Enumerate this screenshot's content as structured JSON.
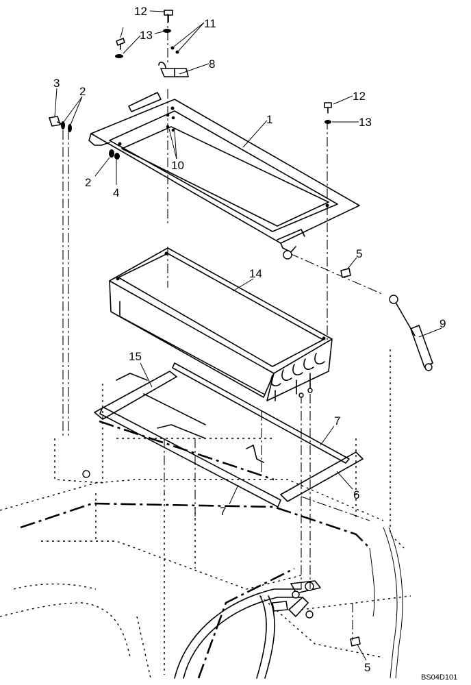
{
  "diagram": {
    "figure_code": "BS04D101",
    "callouts": [
      {
        "id": "c12a",
        "label": "12"
      },
      {
        "id": "c13a",
        "label": "13"
      },
      {
        "id": "c11",
        "label": "11"
      },
      {
        "id": "c8",
        "label": "8"
      },
      {
        "id": "c3",
        "label": "3"
      },
      {
        "id": "c2a",
        "label": "2"
      },
      {
        "id": "c1",
        "label": "1"
      },
      {
        "id": "c12b",
        "label": "12"
      },
      {
        "id": "c13b",
        "label": "13"
      },
      {
        "id": "c10",
        "label": "10"
      },
      {
        "id": "c2b",
        "label": "2"
      },
      {
        "id": "c4",
        "label": "4"
      },
      {
        "id": "c5a",
        "label": "5"
      },
      {
        "id": "c14",
        "label": "14"
      },
      {
        "id": "c9",
        "label": "9"
      },
      {
        "id": "c15",
        "label": "15"
      },
      {
        "id": "c7a",
        "label": "7"
      },
      {
        "id": "c6",
        "label": "6"
      },
      {
        "id": "c7b",
        "label": "7"
      },
      {
        "id": "c5b",
        "label": "5"
      }
    ]
  }
}
